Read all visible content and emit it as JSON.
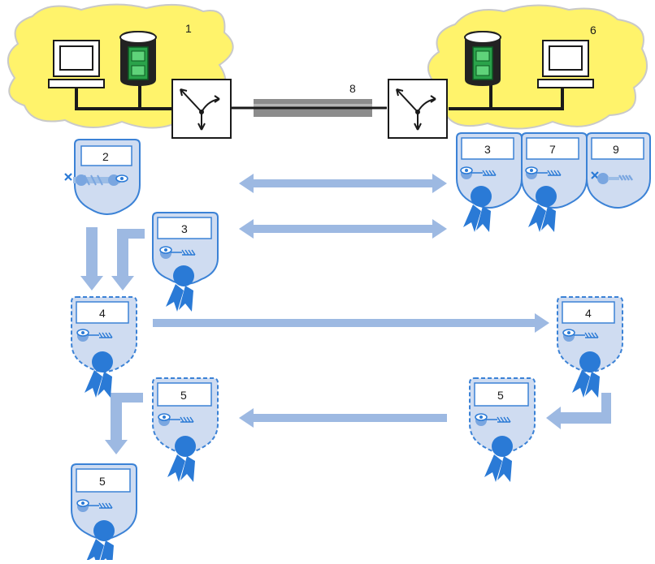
{
  "labels": {
    "cloud_left": "1",
    "cloud_right": "6",
    "link": "8",
    "cert_2": "2",
    "cert_3_right": "3",
    "cert_7": "7",
    "cert_9": "9",
    "cert_3_left": "3",
    "cert_4_left": "4",
    "cert_4_right": "4",
    "cert_5_mid_left": "5",
    "cert_5_mid_right": "5",
    "cert_5_bottom": "5"
  },
  "colors": {
    "cloud_fill": "#fff36b",
    "cloud_stroke": "#c9c9c9",
    "card_fill": "#cfdcf1",
    "card_stroke": "#3b82d6",
    "arrow_fill": "#9db9e2",
    "ribbon": "#2a7ad6",
    "key": "#7aa6e0",
    "cylinder": "#222222",
    "drawer": "#2aa34a",
    "link_bar": "#8c8c8c"
  }
}
